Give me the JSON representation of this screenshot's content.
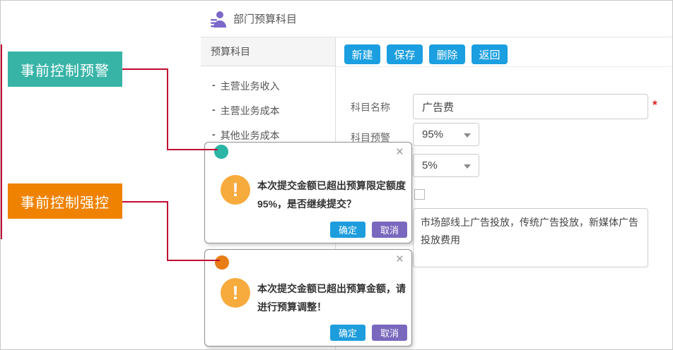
{
  "page": {
    "title": "部门预算科目"
  },
  "sidebar": {
    "header": "预算科目",
    "item_marker": "-",
    "items": [
      {
        "label": "主营业务收入"
      },
      {
        "label": "主营业务成本"
      },
      {
        "label": "其他业务成本"
      }
    ]
  },
  "toolbar": {
    "buttons": [
      {
        "label": "新建"
      },
      {
        "label": "保存"
      },
      {
        "label": "删除"
      },
      {
        "label": "返回"
      }
    ]
  },
  "form": {
    "subject_name_label": "科目名称",
    "subject_name_value": "广告费",
    "required_marker": "*",
    "warning_label": "科目预警",
    "warning_value": "95%",
    "second_dropdown_value": "5%",
    "description_value": "市场部线上广告投放，传统广告投放，新媒体广告投放费用"
  },
  "annotations": {
    "warning_callout": "事前控制预警",
    "control_callout": "事前控制强控",
    "colors": {
      "warning_teal": "#38b4a7",
      "control_orange": "#ef8200",
      "connector_line": "#c00a32"
    }
  },
  "dialogs": [
    {
      "close_icon": "×",
      "warning_glyph": "!",
      "message_line1": "本次提交金额已超出预算限定额度",
      "message_line2": "95%，是否继续提交？",
      "ok_label": "确定",
      "cancel_label": "取消",
      "dot_color": "#2ab5a5"
    },
    {
      "close_icon": "×",
      "warning_glyph": "!",
      "message_line1": "本次提交金额已超出预算金额，请",
      "message_line2": "进行预算调整！",
      "ok_label": "确定",
      "cancel_label": "取消",
      "dot_color": "#e87d15"
    }
  ],
  "button_colors": {
    "toolbar_blue": "#1b9fe0",
    "ok_blue": "#1e9ddd",
    "cancel_purple": "#7a68be"
  }
}
